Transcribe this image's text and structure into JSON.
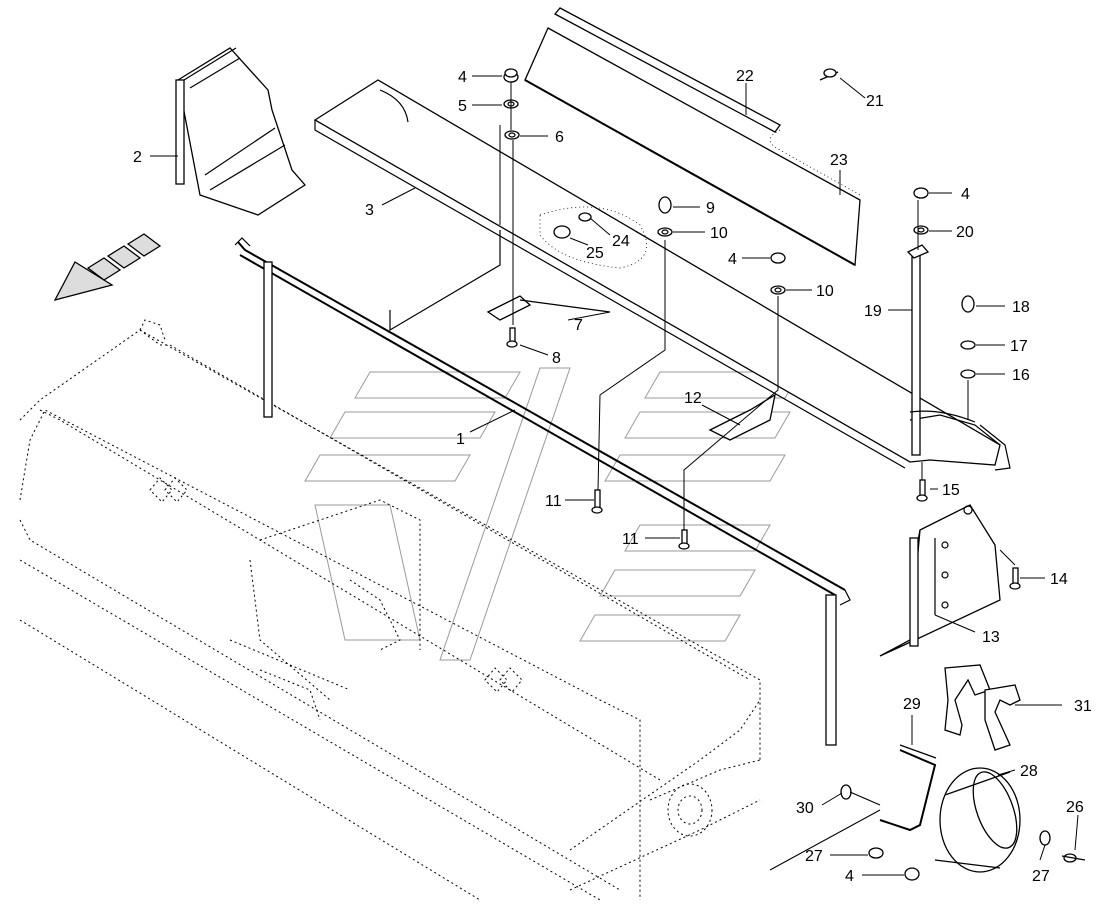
{
  "diagram": {
    "callouts": [
      {
        "id": "c1",
        "text": "1"
      },
      {
        "id": "c2",
        "text": "2"
      },
      {
        "id": "c3",
        "text": "3"
      },
      {
        "id": "c4a",
        "text": "4"
      },
      {
        "id": "c4b",
        "text": "4"
      },
      {
        "id": "c4c",
        "text": "4"
      },
      {
        "id": "c4d",
        "text": "4"
      },
      {
        "id": "c5",
        "text": "5"
      },
      {
        "id": "c6",
        "text": "6"
      },
      {
        "id": "c7",
        "text": "7"
      },
      {
        "id": "c8",
        "text": "8"
      },
      {
        "id": "c9",
        "text": "9"
      },
      {
        "id": "c10a",
        "text": "10"
      },
      {
        "id": "c10b",
        "text": "10"
      },
      {
        "id": "c11a",
        "text": "11"
      },
      {
        "id": "c11b",
        "text": "11"
      },
      {
        "id": "c12",
        "text": "12"
      },
      {
        "id": "c13",
        "text": "13"
      },
      {
        "id": "c14",
        "text": "14"
      },
      {
        "id": "c15",
        "text": "15"
      },
      {
        "id": "c16",
        "text": "16"
      },
      {
        "id": "c17",
        "text": "17"
      },
      {
        "id": "c18",
        "text": "18"
      },
      {
        "id": "c19",
        "text": "19"
      },
      {
        "id": "c20",
        "text": "20"
      },
      {
        "id": "c21",
        "text": "21"
      },
      {
        "id": "c22",
        "text": "22"
      },
      {
        "id": "c23",
        "text": "23"
      },
      {
        "id": "c24",
        "text": "24"
      },
      {
        "id": "c25",
        "text": "25"
      },
      {
        "id": "c26",
        "text": "26"
      },
      {
        "id": "c27a",
        "text": "27"
      },
      {
        "id": "c27b",
        "text": "27"
      },
      {
        "id": "c28",
        "text": "28"
      },
      {
        "id": "c29",
        "text": "29"
      },
      {
        "id": "c30",
        "text": "30"
      },
      {
        "id": "c31",
        "text": "31"
      }
    ],
    "colors": {
      "line": "#000000",
      "watermark": "#9a9a9a",
      "background": "#ffffff"
    },
    "icons": [
      "direction-arrow-icon",
      "watermark-logo"
    ]
  }
}
